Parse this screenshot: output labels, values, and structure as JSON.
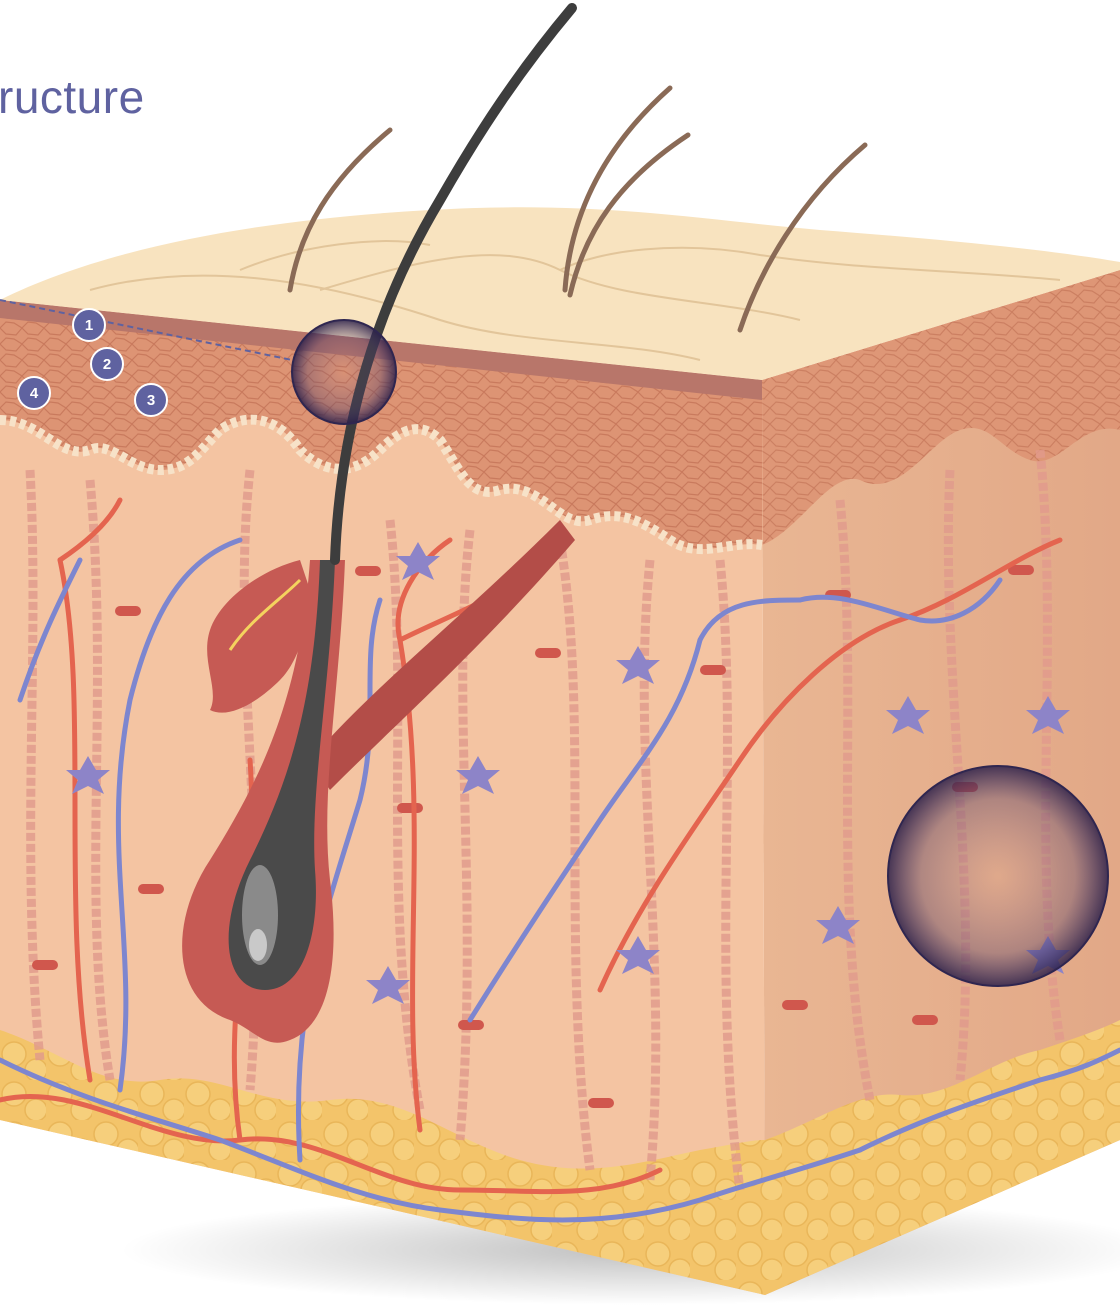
{
  "title": "ructure",
  "markers": [
    {
      "id": "marker-1",
      "label": "1"
    },
    {
      "id": "marker-2",
      "label": "2"
    },
    {
      "id": "marker-3",
      "label": "3"
    },
    {
      "id": "marker-4",
      "label": "4"
    }
  ],
  "colors": {
    "title": "#5f62a0",
    "marker": "#5f62a0",
    "surface": "#f8e3bf",
    "epidermis": "#d9896a",
    "dermis": "#f3c3a0",
    "fat": "#f2c86a",
    "artery": "#e4644f",
    "vein": "#7d86cf",
    "hair": "#3d3d3d"
  }
}
